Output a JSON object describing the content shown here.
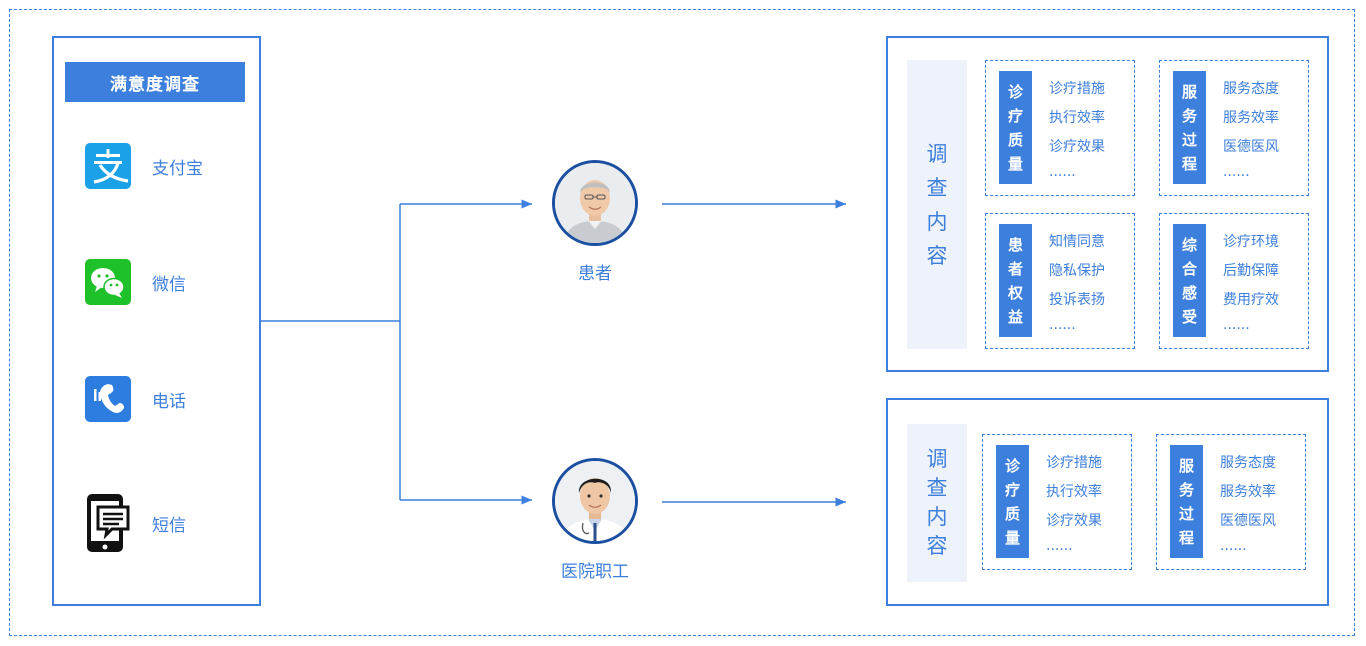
{
  "survey": {
    "title": "满意度调查",
    "channels": [
      {
        "label": "支付宝",
        "icon": "alipay-icon"
      },
      {
        "label": "微信",
        "icon": "wechat-icon"
      },
      {
        "label": "电话",
        "icon": "phone-icon"
      },
      {
        "label": "短信",
        "icon": "sms-icon"
      }
    ]
  },
  "roles": {
    "patient": {
      "label": "患者",
      "icon": "elderly-man-avatar"
    },
    "staff": {
      "label": "医院职工",
      "icon": "doctor-avatar"
    }
  },
  "patient_content": {
    "side": [
      "调",
      "查",
      "内",
      "容"
    ],
    "categories": [
      {
        "tag": [
          "诊",
          "疗",
          "质",
          "量"
        ],
        "items": [
          "诊疗措施",
          "执行效率",
          "诊疗效果",
          "......"
        ]
      },
      {
        "tag": [
          "服",
          "务",
          "过",
          "程"
        ],
        "items": [
          "服务态度",
          "服务效率",
          "医德医风",
          "......"
        ]
      },
      {
        "tag": [
          "患",
          "者",
          "权",
          "益"
        ],
        "items": [
          "知情同意",
          "隐私保护",
          "投诉表扬",
          "......"
        ]
      },
      {
        "tag": [
          "综",
          "合",
          "感",
          "受"
        ],
        "items": [
          "诊疗环境",
          "后勤保障",
          "费用疗效",
          "......"
        ]
      }
    ]
  },
  "staff_content": {
    "side": [
      "调",
      "查",
      "内",
      "容"
    ],
    "categories": [
      {
        "tag": [
          "诊",
          "疗",
          "质",
          "量"
        ],
        "items": [
          "诊疗措施",
          "执行效率",
          "诊疗效果",
          "......"
        ]
      },
      {
        "tag": [
          "服",
          "务",
          "过",
          "程"
        ],
        "items": [
          "服务态度",
          "服务效率",
          "医德医风",
          "......"
        ]
      }
    ]
  },
  "colors": {
    "accent": "#3d7fdc",
    "side_bg": "#eef2fa",
    "avatar_ring": "#1b4fa0"
  }
}
